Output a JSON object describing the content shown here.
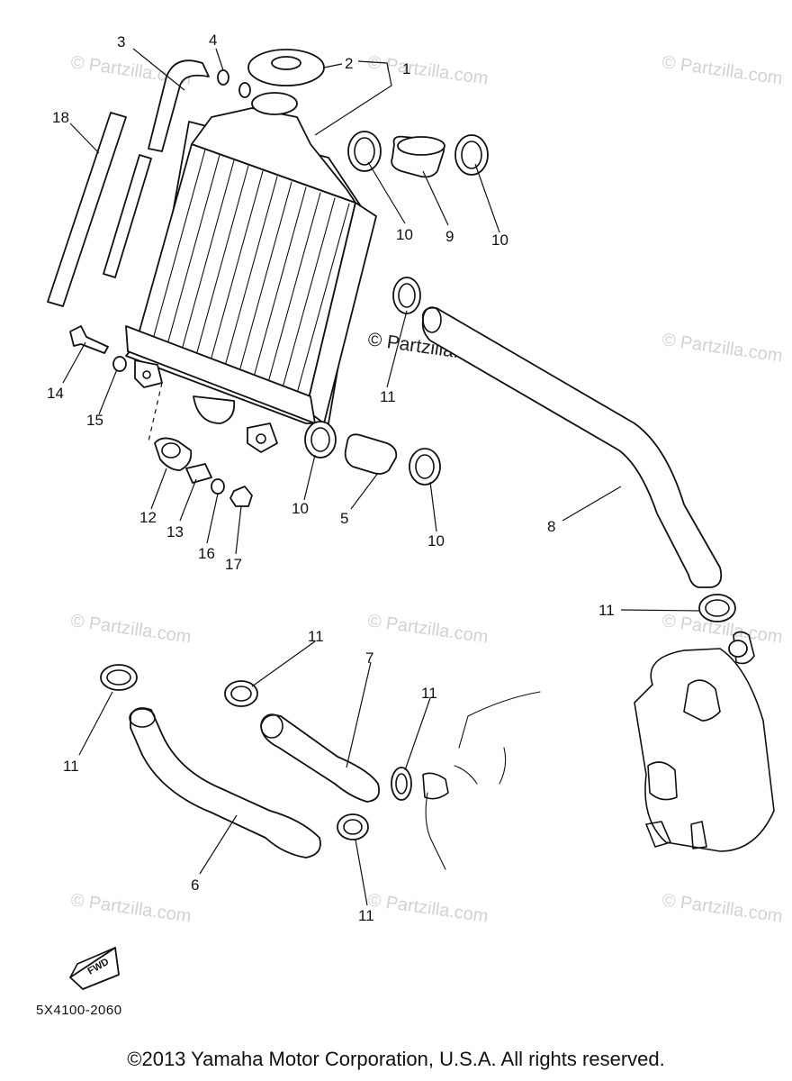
{
  "watermark": {
    "text": "© Partzilla.com"
  },
  "part_code": "5X4100-2060",
  "fwd_label": "FWD",
  "copyright": "©2013 Yamaha Motor Corporation, U.S.A. All rights reserved.",
  "callouts": {
    "c1": "1",
    "c2": "2",
    "c3": "3",
    "c4": "4",
    "c5": "5",
    "c6": "6",
    "c7": "7",
    "c8": "8",
    "c9": "9",
    "c10a": "10",
    "c10b": "10",
    "c10c": "10",
    "c10d": "10",
    "c11a": "11",
    "c11b": "11",
    "c11c": "11",
    "c11d": "11",
    "c11e": "11",
    "c11f": "11",
    "c12": "12",
    "c13": "13",
    "c14": "14",
    "c15": "15",
    "c16": "16",
    "c17": "17",
    "c18": "18"
  }
}
